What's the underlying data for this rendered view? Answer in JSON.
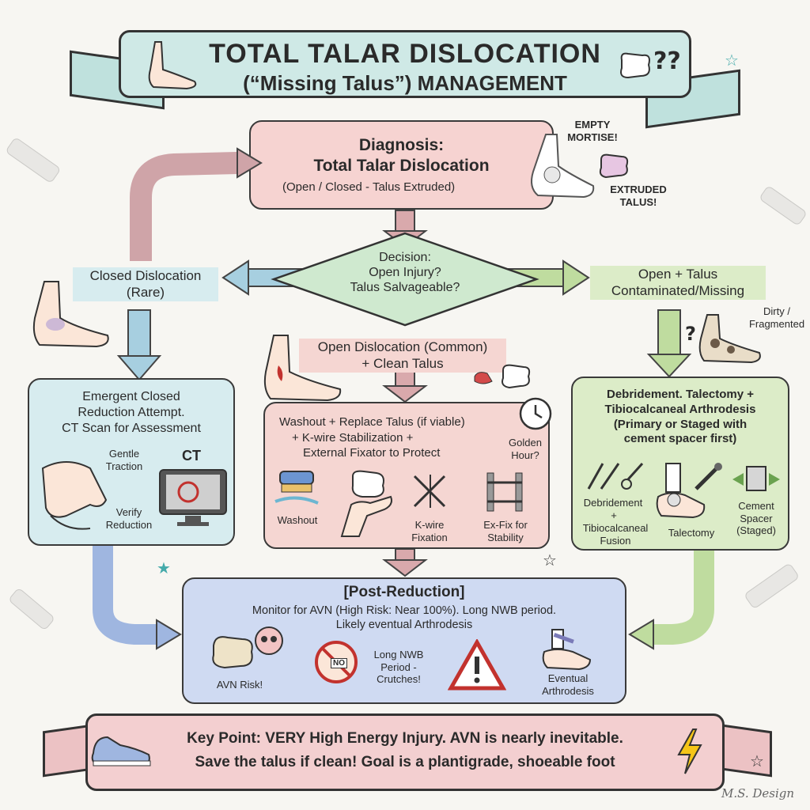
{
  "title": {
    "line1": "TOTAL TALAR DISLOCATION",
    "line2": "(“Missing Talus”) MANAGEMENT"
  },
  "diagnosis": {
    "line1": "Diagnosis:",
    "line2": "Total Talar Dislocation",
    "line3": "(Open / Closed - Talus Extruded)",
    "note_empty": "EMPTY MORTISE!",
    "note_extruded": "EXTRUDED TALUS!"
  },
  "decision": {
    "line1": "Decision:",
    "line2": "Open Injury?",
    "line3": "Talus Salvageable?"
  },
  "closed_label": {
    "line1": "Closed Dislocation",
    "line2": "(Rare)"
  },
  "open_contaminated_label": {
    "line1": "Open + Talus",
    "line2": "Contaminated/Missing",
    "note": "Dirty / Fragmented"
  },
  "open_clean_label": {
    "line1": "Open Dislocation (Common)",
    "line2": "+ Clean Talus"
  },
  "left_panel": {
    "line1": "Emergent Closed",
    "line2": "Reduction Attempt.",
    "line3": "CT Scan for Assessment",
    "traction": "Gentle Traction",
    "ct": "CT",
    "verify": "Verify Reduction"
  },
  "middle_panel": {
    "line1": "Washout + Replace Talus (if viable)",
    "line2": "+ K-wire Stabilization +",
    "line3": "External Fixator to Protect",
    "golden": "Golden Hour?",
    "washout": "Washout",
    "kwire": "K-wire Fixation",
    "exfix": "Ex-Fix for Stability"
  },
  "right_panel": {
    "line1": "Debridement. Talectomy +",
    "line2": "Tibiocalcaneal Arthrodesis",
    "line3": "(Primary or Staged with",
    "line4": "cement spacer first)",
    "debridement": "Debridement",
    "plus": "+",
    "fusion": "Tibiocalcaneal Fusion",
    "talectomy": "Talectomy",
    "spacer": "Cement Spacer (Staged)"
  },
  "post": {
    "title": "[Post-Reduction]",
    "line1": "Monitor for AVN (High Risk: Near 100%). Long NWB period.",
    "line2": "Likely eventual Arthrodesis",
    "avn": "AVN Risk!",
    "no": "NO",
    "nwb": "Long NWB Period - Crutches!",
    "arthrodesis": "Eventual Arthrodesis"
  },
  "key_point": {
    "line1": "Key Point: VERY High Energy Injury. AVN is nearly inevitable.",
    "line2": "Save the talus if clean! Goal is a plantigrade, shoeable foot"
  },
  "signature": "M.S. Design",
  "qmarks": "??",
  "qmark": "?",
  "colors": {
    "teal": "#cfe9e6",
    "pink": "#f6d3d1",
    "green": "#dcecc8",
    "blue": "#d7ecef",
    "lavender": "#cfdaf2"
  }
}
